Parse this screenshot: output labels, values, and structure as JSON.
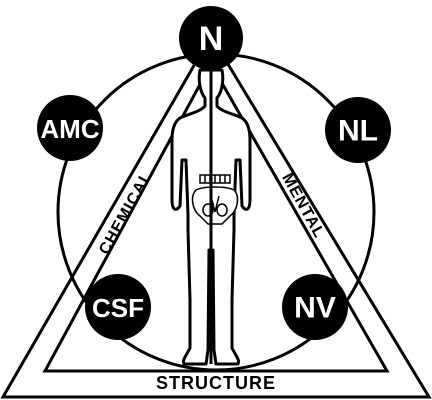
{
  "nodes": {
    "top": "N",
    "upper_left": "AMC",
    "upper_right": "NL",
    "lower_left": "CSF",
    "lower_right": "NV"
  },
  "sides": {
    "left": "CHEMICAL",
    "right": "MENTAL",
    "bottom": "STRUCTURE"
  },
  "colors": {
    "line": "#000000",
    "node_fill": "#000000",
    "node_text": "#ffffff",
    "background": "#ffffff"
  }
}
